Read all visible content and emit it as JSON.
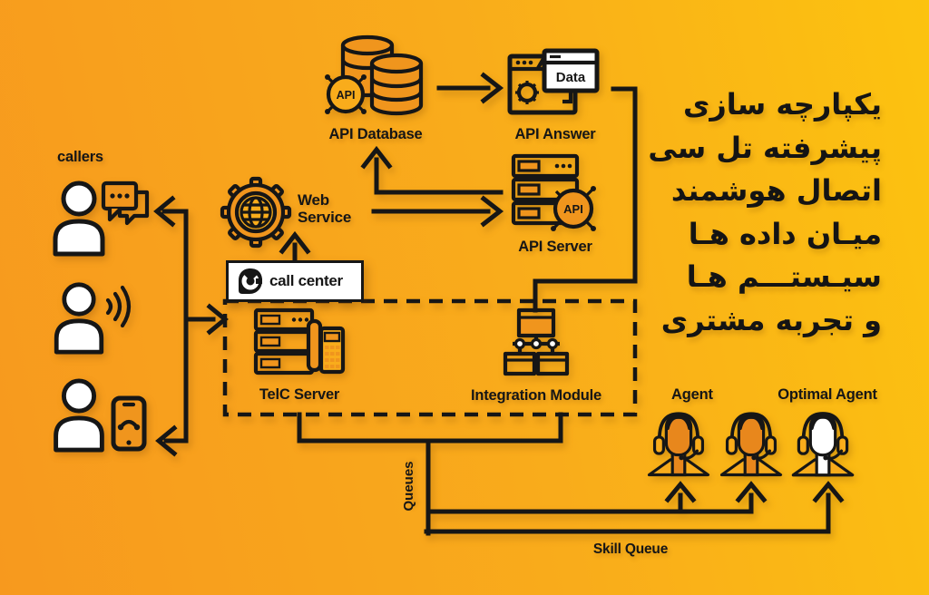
{
  "colors": {
    "bg_start": "#F7991E",
    "bg_mid": "#F9AC1B",
    "bg_end": "#FCC30F",
    "ink": "#161616",
    "accent": "#F0951D",
    "face": "#E8871C"
  },
  "heading": {
    "lines": [
      "یکپارچه سازی",
      "پیشرفته تل سی",
      "اتصال هوشمند",
      "میـان داده هـا",
      "سیـستـــم هـا",
      "و تجربه مشتری"
    ]
  },
  "labels": {
    "callers": "callers",
    "web_line1": "Web",
    "web_line2": "Service",
    "call_center": "call center",
    "api_database": "API Database",
    "api_answer": "API Answer",
    "api_server": "API Server",
    "data_window": "Data",
    "api_badge": "API",
    "telc_server": "TelC Server",
    "integration_module": "Integration Module",
    "agent": "Agent",
    "optimal_agent": "Optimal Agent",
    "queues": "Queues",
    "skill_queue": "Skill Queue"
  }
}
